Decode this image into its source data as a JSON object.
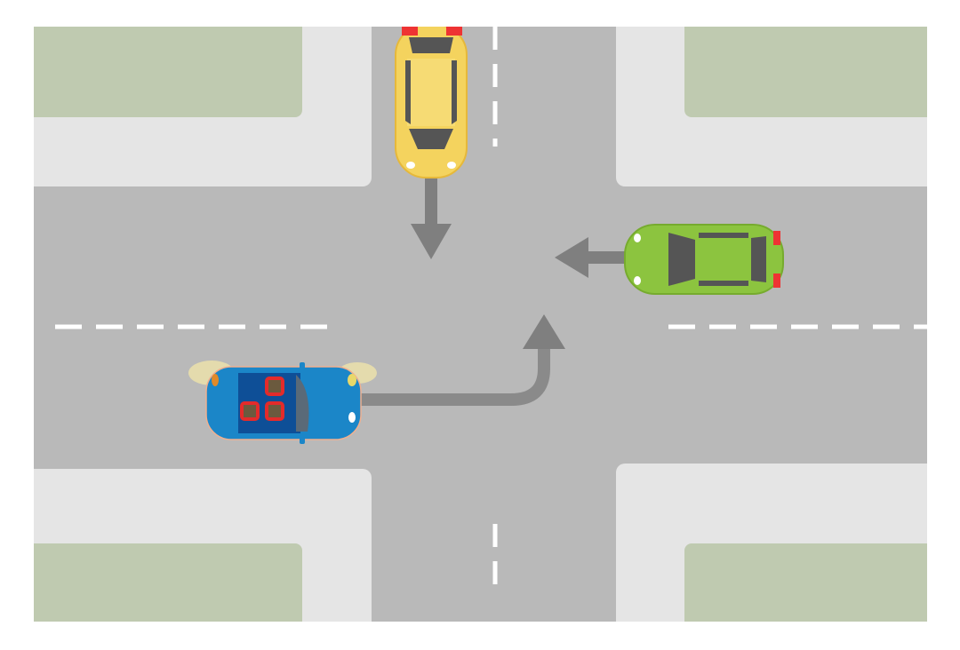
{
  "scene": {
    "type": "intersection-diagram",
    "colors": {
      "road": "#b9b9b9",
      "sidewalk": "#e5e5e5",
      "grass": "#bfcab0",
      "lane_marking": "#ffffff",
      "arrow": "#7f7f7f"
    }
  },
  "vehicles": [
    {
      "name": "yellow-car",
      "color": "#f4d35e",
      "direction": "south"
    },
    {
      "name": "green-car",
      "color": "#8cc43f",
      "direction": "west"
    },
    {
      "name": "blue-car",
      "color": "#1b86c8",
      "direction": "east-turning-north"
    }
  ],
  "icons": [
    "arrow-down-icon",
    "arrow-left-icon",
    "arrow-turn-left-icon"
  ]
}
